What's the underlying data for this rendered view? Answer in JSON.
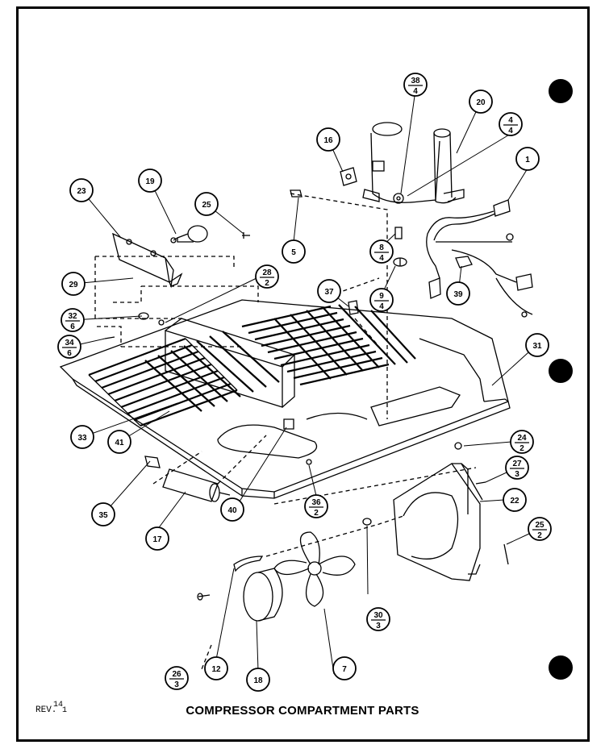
{
  "page": {
    "caption": "COMPRESSOR COMPARTMENT PARTS",
    "revision_label": "REV.",
    "revision_number": "14",
    "revision_tail": "1"
  },
  "callouts": [
    {
      "id": "c1",
      "top": "1"
    },
    {
      "id": "c4-4",
      "top": "4",
      "bottom": "4"
    },
    {
      "id": "c5",
      "top": "5"
    },
    {
      "id": "c7",
      "top": "7"
    },
    {
      "id": "c8-4",
      "top": "8",
      "bottom": "4"
    },
    {
      "id": "c9-4",
      "top": "9",
      "bottom": "4"
    },
    {
      "id": "c12",
      "top": "12"
    },
    {
      "id": "c16",
      "top": "16"
    },
    {
      "id": "c17",
      "top": "17"
    },
    {
      "id": "c18",
      "top": "18"
    },
    {
      "id": "c19",
      "top": "19"
    },
    {
      "id": "c20",
      "top": "20"
    },
    {
      "id": "c22",
      "top": "22"
    },
    {
      "id": "c23",
      "top": "23"
    },
    {
      "id": "c24-2",
      "top": "24",
      "bottom": "2"
    },
    {
      "id": "c25",
      "top": "25"
    },
    {
      "id": "c25-2",
      "top": "25",
      "bottom": "2"
    },
    {
      "id": "c26-3",
      "top": "26",
      "bottom": "3"
    },
    {
      "id": "c27-3",
      "top": "27",
      "bottom": "3"
    },
    {
      "id": "c28-2",
      "top": "28",
      "bottom": "2"
    },
    {
      "id": "c29",
      "top": "29"
    },
    {
      "id": "c30-3",
      "top": "30",
      "bottom": "3"
    },
    {
      "id": "c31",
      "top": "31"
    },
    {
      "id": "c32-6",
      "top": "32",
      "bottom": "6"
    },
    {
      "id": "c33",
      "top": "33"
    },
    {
      "id": "c34-6",
      "top": "34",
      "bottom": "6"
    },
    {
      "id": "c35",
      "top": "35"
    },
    {
      "id": "c36-2",
      "top": "36",
      "bottom": "2"
    },
    {
      "id": "c37",
      "top": "37"
    },
    {
      "id": "c38-4",
      "top": "38",
      "bottom": "4"
    },
    {
      "id": "c39",
      "top": "39"
    },
    {
      "id": "c40",
      "top": "40"
    },
    {
      "id": "c41",
      "top": "41"
    }
  ]
}
